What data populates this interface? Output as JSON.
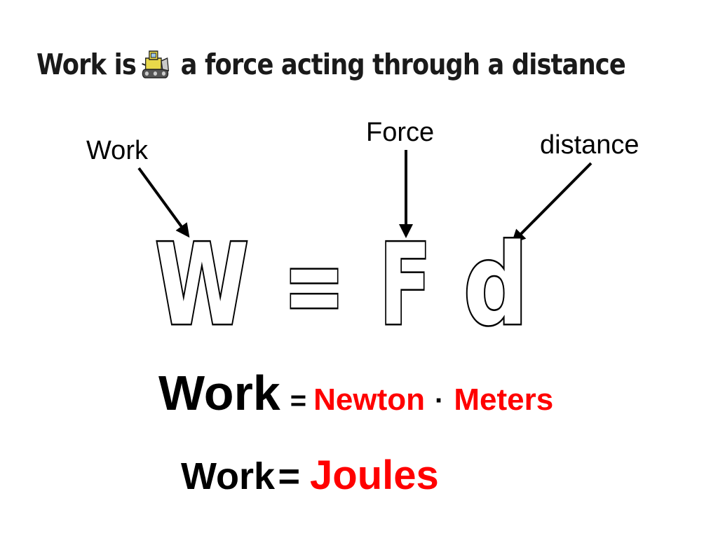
{
  "headline": {
    "before_icon": "Work is",
    "after_icon": "a force acting through a distance",
    "icon": "bulldozer-clipart-icon"
  },
  "labels": {
    "work": "Work",
    "force": "Force",
    "distance": "distance"
  },
  "equation": {
    "w": "W",
    "equals": "=",
    "f": "F",
    "d": "d"
  },
  "units": {
    "work": "Work",
    "equals": "=",
    "newton": "Newton",
    "dot": "·",
    "meters": "Meters"
  },
  "joules_line": {
    "work": "Work",
    "equals": "=",
    "joules": "Joules"
  },
  "colors": {
    "text": "#000000",
    "unit_red": "#ff0000",
    "clipart_yellow": "#e8d84a"
  }
}
